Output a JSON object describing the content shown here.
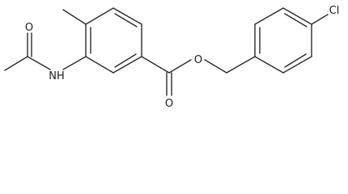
{
  "molecule": {
    "atoms": {
      "acetyl_oxygen": "O",
      "amide_nitrogen": "NH",
      "ester_oxygen": "O",
      "carbonyl_oxygen": "O",
      "chlorine": "Cl"
    }
  },
  "colors": {
    "bond": "#2b2b2b",
    "label": "#1e1e1e",
    "background": "#ffffff"
  }
}
